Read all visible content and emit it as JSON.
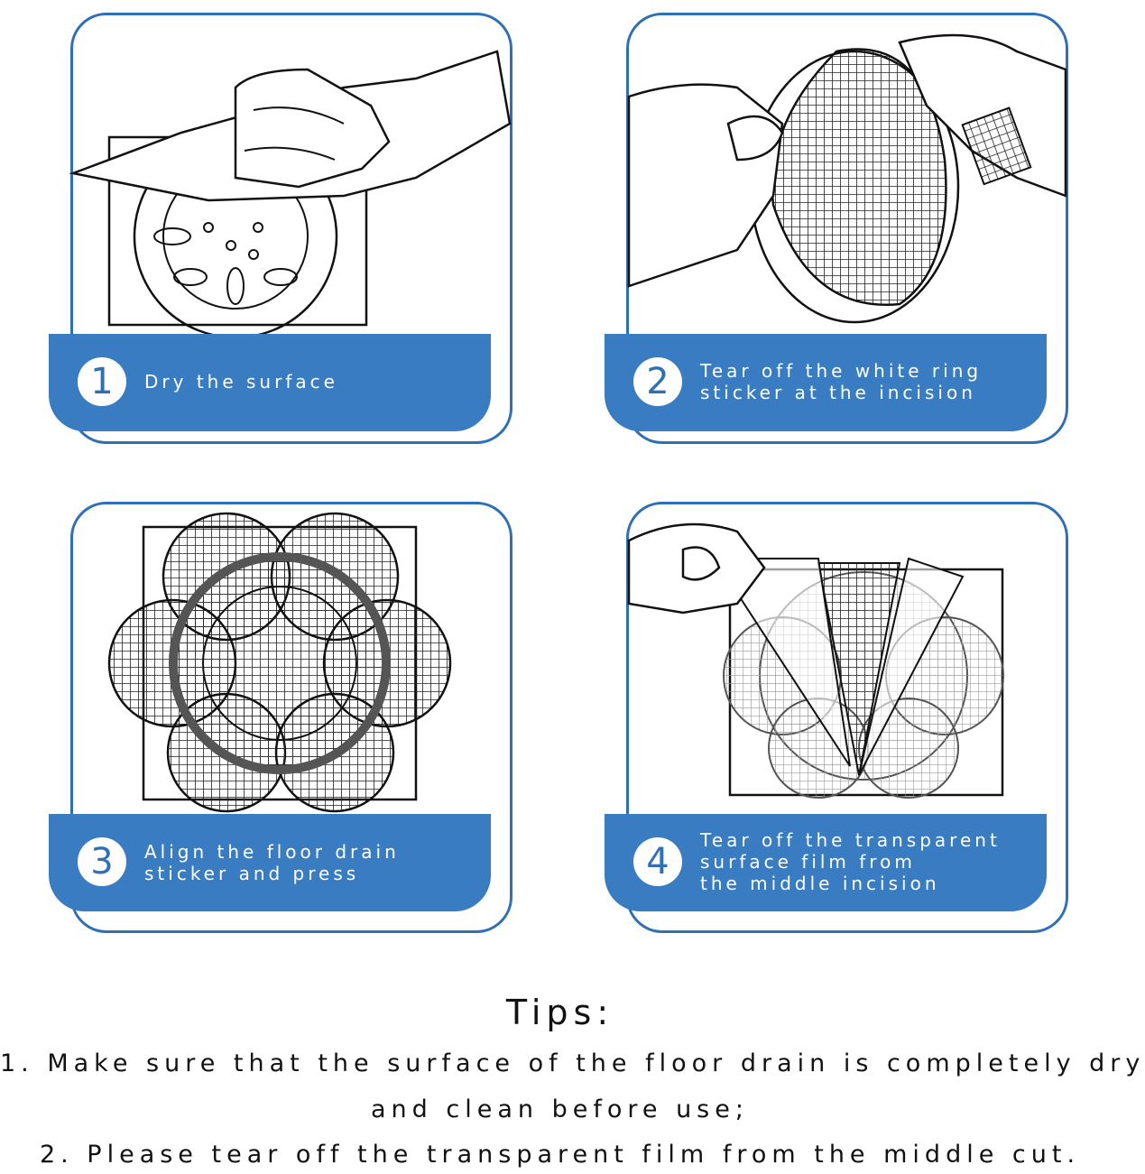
{
  "steps": [
    {
      "number": "1",
      "label": "Dry the surface"
    },
    {
      "number": "2",
      "label": "Tear off the white ring\nsticker at the incision"
    },
    {
      "number": "3",
      "label": "Align the floor drain\nsticker and press"
    },
    {
      "number": "4",
      "label": "Tear off the transparent\nsurface film from\nthe middle incision"
    }
  ],
  "tips": {
    "title": "Tips:",
    "line1": "1. Make sure that the surface of the floor drain is completely dry",
    "line2": "and clean before use;",
    "line3": "2. Please tear off the transparent film from the middle cut."
  },
  "colors": {
    "accent": "#3a7cc1",
    "border": "#2f6fb4"
  }
}
